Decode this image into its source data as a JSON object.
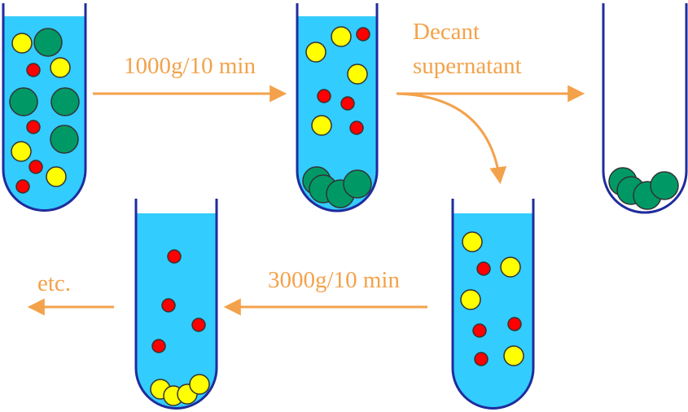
{
  "colors": {
    "liquid": "#33ccff",
    "tube_outline": "#1f2c9c",
    "arrow": "#f3a24b",
    "label": "#f3a24b",
    "yellow_particle": "#ffff00",
    "red_particle": "#ff0000",
    "green_particle": "#009966",
    "particle_outline": "#333333"
  },
  "steps": {
    "spin1": "1000g/10 min",
    "decant_line1": "Decant",
    "decant_line2": "supernatant",
    "spin2": "3000g/10 min",
    "etc": "etc."
  },
  "tubes": [
    {
      "id": "tube-1-mixture",
      "contents": "liquid with suspended large green, yellow and small red particles"
    },
    {
      "id": "tube-2-after-1000g",
      "contents": "green particles pelleted at bottom, yellow and red suspended"
    },
    {
      "id": "tube-3-pellet-green",
      "contents": "pellet of green particles, no liquid"
    },
    {
      "id": "tube-4-supernatant",
      "contents": "liquid with yellow and red particles"
    },
    {
      "id": "tube-5-after-3000g",
      "contents": "yellow particles pelleted at bottom, red suspended"
    }
  ],
  "icons": [
    "test-tube-icon",
    "arrow-right-icon",
    "arrow-curved-down-icon",
    "arrow-left-icon"
  ]
}
